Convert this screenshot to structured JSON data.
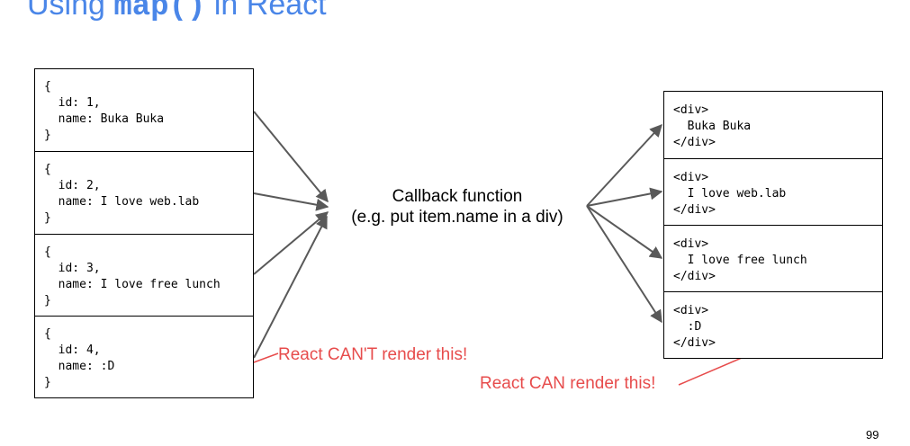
{
  "slide": {
    "title_prefix": "Using ",
    "title_code": "map()",
    "title_suffix": " in React",
    "page_number": "99"
  },
  "input_items": [
    "{\n  id: 1,\n  name: Buka Buka\n}",
    "{\n  id: 2,\n  name: I love web.lab\n}",
    "{\n  id: 3,\n  name: I love free lunch\n}",
    "{\n  id: 4,\n  name: :D\n}"
  ],
  "callback": {
    "line1": "Callback function",
    "line2": "(e.g. put item.name in a div)"
  },
  "output_items": [
    "<div>\n  Buka Buka\n</div>",
    "<div>\n  I love web.lab\n</div>",
    "<div>\n  I love free lunch\n</div>",
    "<div>\n  :D\n</div>"
  ],
  "annotations": {
    "cant": "React CAN'T render this!",
    "can": "React CAN render this!"
  },
  "colors": {
    "title": "#4a86e8",
    "annotation": "#e74c4c",
    "arrow": "#595959"
  }
}
